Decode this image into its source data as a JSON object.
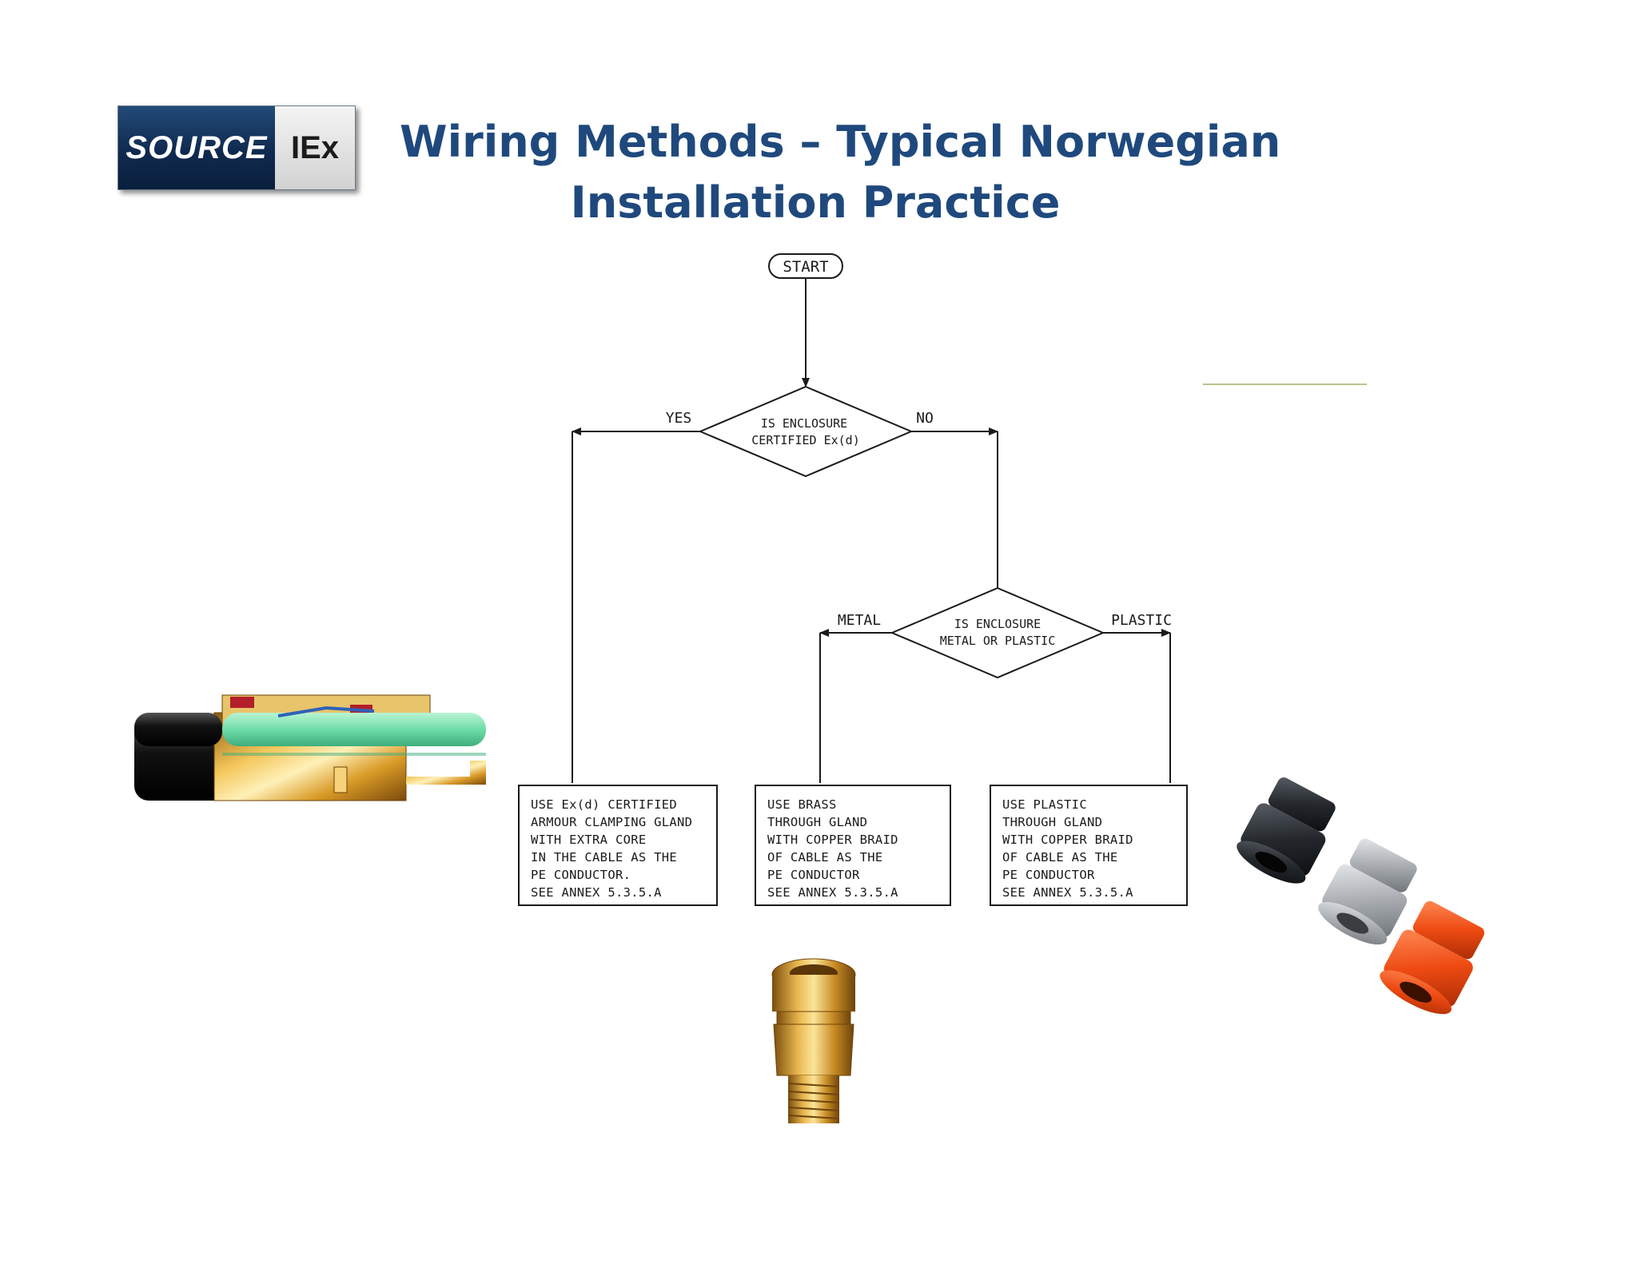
{
  "logo": {
    "left": "SOURCE",
    "right": "IEx"
  },
  "title": {
    "line1": "Wiring Methods – Typical Norwegian",
    "line2": "Installation Practice"
  },
  "flowchart": {
    "start": "START",
    "decision1": {
      "line1": "IS ENCLOSURE",
      "line2": "CERTIFIED Ex(d)"
    },
    "yes": "YES",
    "no": "NO",
    "decision2": {
      "line1": "IS ENCLOSURE",
      "line2": "METAL OR PLASTIC"
    },
    "metal": "METAL",
    "plastic": "PLASTIC",
    "box1": [
      "USE Ex(d) CERTIFIED",
      "ARMOUR CLAMPING GLAND",
      "WITH EXTRA CORE",
      "IN THE CABLE AS THE",
      "PE CONDUCTOR.",
      "SEE ANNEX 5.3.5.A"
    ],
    "box2": [
      "USE BRASS",
      "THROUGH GLAND",
      "WITH COPPER BRAID",
      "OF CABLE AS THE",
      "PE CONDUCTOR",
      "SEE ANNEX 5.3.5.A"
    ],
    "box3": [
      "USE PLASTIC",
      "THROUGH GLAND",
      "WITH COPPER BRAID",
      "OF CABLE AS THE",
      "PE CONDUCTOR",
      "SEE ANNEX 5.3.5.A"
    ]
  },
  "images": {
    "left": "armoured-cable-gland-cutaway",
    "bottom": "brass-cable-gland",
    "right": "plastic-cable-glands"
  }
}
